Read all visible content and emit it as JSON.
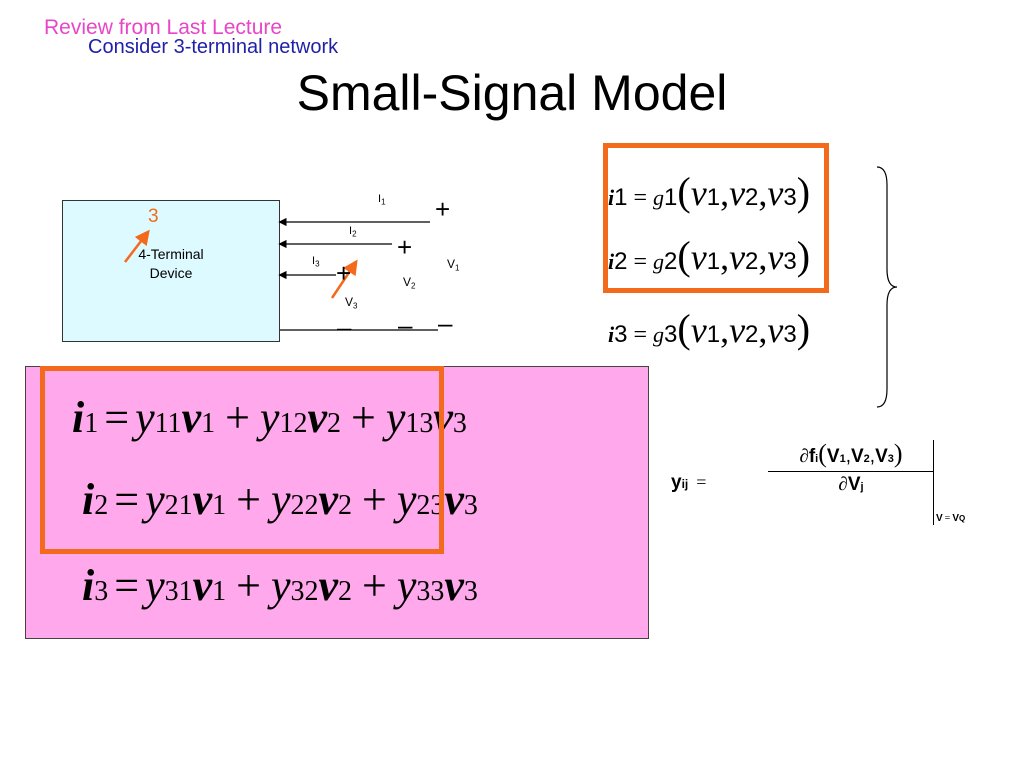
{
  "header": {
    "review": "Review from Last Lecture",
    "consider": "Consider 3-terminal network"
  },
  "title": "Small-Signal Model",
  "circuit": {
    "device_label_line1": "4-Terminal",
    "device_label_line2": "Device",
    "terminal_number": "3",
    "currents": [
      "I",
      "I",
      "I"
    ],
    "current_subs": [
      "1",
      "2",
      "3"
    ],
    "voltages": [
      "V",
      "V",
      "V"
    ],
    "voltage_subs": [
      "1",
      "2",
      "3"
    ],
    "plus": "+",
    "minus": "–"
  },
  "nonlinear_eqs": {
    "i": "i",
    "g": "g",
    "v": "v",
    "eq": "=",
    "subs": [
      "1",
      "2",
      "3"
    ]
  },
  "linear_eqs": {
    "i": "i",
    "v": "v",
    "y": "y",
    "eq": "=",
    "plus": "+",
    "subs": [
      "1",
      "2",
      "3"
    ],
    "ysubs": [
      [
        "11",
        "12",
        "13"
      ],
      [
        "21",
        "22",
        "23"
      ],
      [
        "31",
        "32",
        "33"
      ]
    ]
  },
  "yij": {
    "y": "y",
    "ij": "ij",
    "eq": "=",
    "partial": "∂",
    "f": "f",
    "i": "i",
    "V": "V",
    "subs": [
      "1",
      "2",
      "3"
    ],
    "j": "j",
    "eval_V": "V",
    "eval_eq": "=",
    "eval_Q": "Q"
  },
  "colors": {
    "header_pink": "#e845c8",
    "header_blue": "#1f1fa8",
    "orange": "#f46a1c",
    "panel_pink": "#ffa8ec",
    "device_blue": "#dcfaff"
  }
}
